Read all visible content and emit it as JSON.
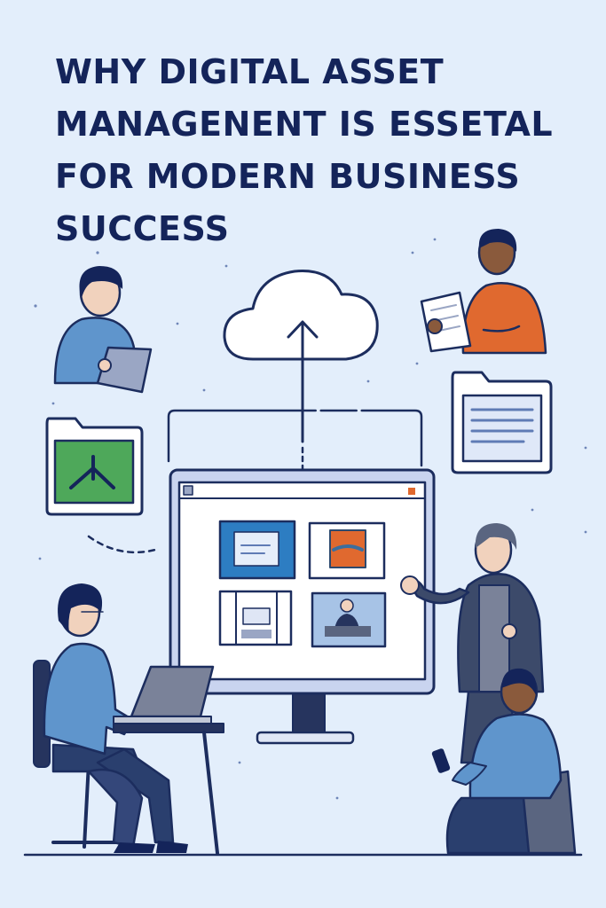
{
  "poster": {
    "title_lines": [
      "WHY DIGITAL ASSET",
      "MANAGENENT IS ESSETAL",
      "FOR MODERN BUSINESS",
      "SUCCESS"
    ]
  },
  "colors": {
    "background": "#e3eefb",
    "title": "#14245a",
    "outline": "#1c2d5e",
    "shirt_blue": "#5f95cc",
    "shirt_orange": "#e0692f",
    "jacket_dark": "#3c4a6a",
    "screen_frame": "#c9d4ef",
    "image_green": "#4ea85a"
  },
  "icons": [
    "cloud-upload-icon",
    "folder-image-icon",
    "folder-document-icon"
  ]
}
